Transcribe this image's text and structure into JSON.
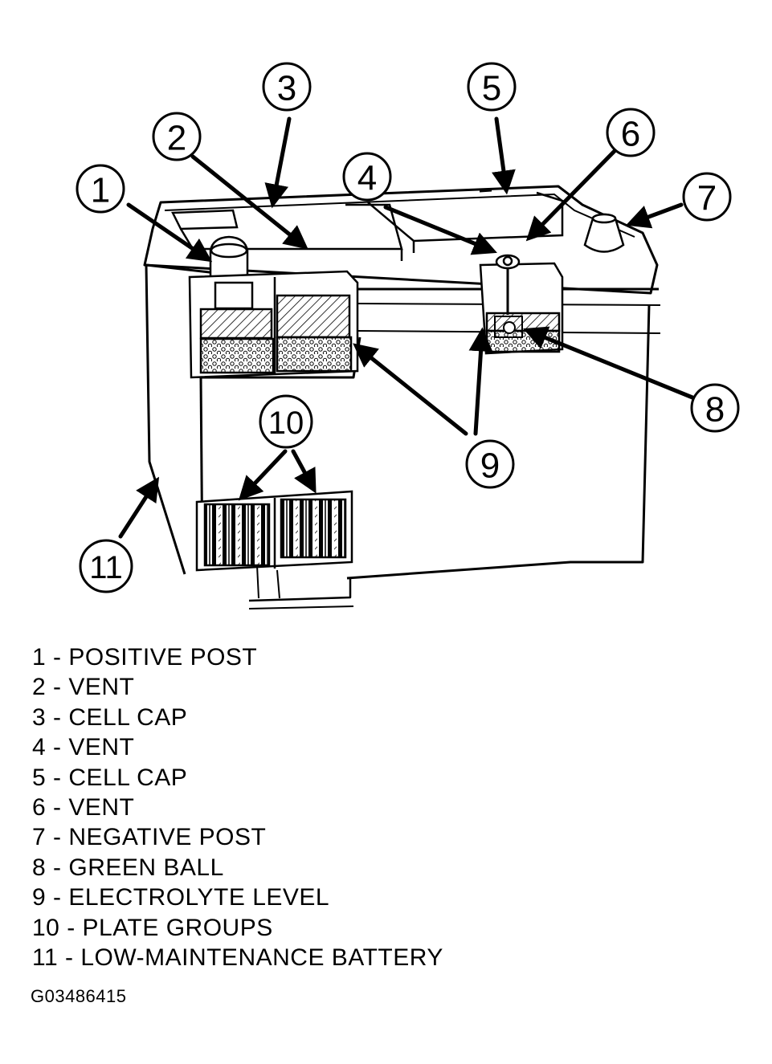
{
  "callouts": [
    "1",
    "2",
    "3",
    "4",
    "5",
    "6",
    "7",
    "8",
    "9",
    "10",
    "11"
  ],
  "legend": [
    {
      "num": "1",
      "text": "POSITIVE POST"
    },
    {
      "num": "2",
      "text": "VENT"
    },
    {
      "num": "3",
      "text": "CELL CAP"
    },
    {
      "num": "4",
      "text": "VENT"
    },
    {
      "num": "5",
      "text": "CELL CAP"
    },
    {
      "num": "6",
      "text": "VENT"
    },
    {
      "num": "7",
      "text": "NEGATIVE POST"
    },
    {
      "num": "8",
      "text": "GREEN BALL"
    },
    {
      "num": "9",
      "text": "ELECTROLYTE LEVEL"
    },
    {
      "num": "10",
      "text": "PLATE GROUPS"
    },
    {
      "num": "11",
      "text": "LOW-MAINTENANCE BATTERY"
    }
  ],
  "figure_id": "G03486415"
}
